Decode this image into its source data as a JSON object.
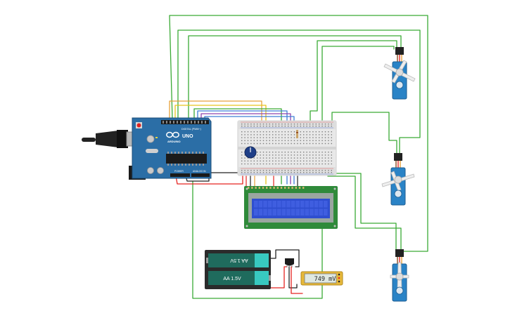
{
  "arduino": {
    "brand": "ARDUINO",
    "model": "UNO",
    "digital_label": "DIGITAL (PWM~)",
    "power_label": "POWER",
    "analog_label": "ANALOG IN"
  },
  "batteries": [
    {
      "label": "AA 1.5V"
    },
    {
      "label": "AA 1.5V"
    }
  ],
  "multimeter": {
    "reading": "749 mV"
  },
  "colors": {
    "arduino": "#2b6ea6",
    "servo": "#2a83c6",
    "wire_green": "#3aaa35",
    "wire_red": "#e52421",
    "wire_black": "#222222",
    "wire_orange": "#e8a13a",
    "wire_yellow": "#e6c41e",
    "wire_blue": "#3f7fd6",
    "wire_purple": "#8e44ad",
    "lcd_screen": "#2f4fd0",
    "lcd_frame": "#2f8a3a",
    "battery_body": "#1f6b5d",
    "battery_end": "#38c9c0"
  }
}
